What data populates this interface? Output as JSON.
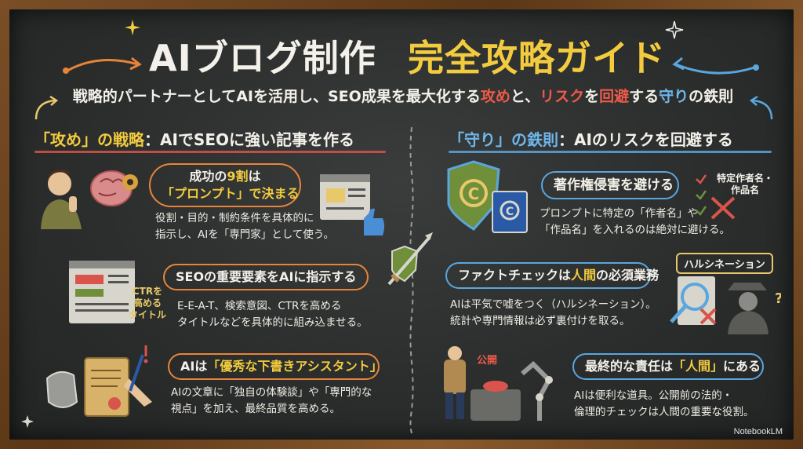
{
  "title": {
    "part1": "AIブログ制作",
    "part2": "完全攻略ガイド"
  },
  "subtitle": {
    "pre": "戦略的パートナーとしてAIを活用し、SEO成果を最大化する",
    "attack": "攻め",
    "mid": "と、",
    "risk": "リスク",
    "mid2": "を",
    "avoid": "回避",
    "post": "する",
    "guard": "守り",
    "end": "の鉄則"
  },
  "left_section": {
    "kw": "「攻め」の戦略",
    "rest": "：AIでSEOに強い記事を作る",
    "cards": [
      {
        "pill_pre": "成功の",
        "pill_hl": "9割",
        "pill_post": "は",
        "pill_line2": "「プロンプト」で決まる",
        "body1": "役割・目的・制約条件を具体的に",
        "body2": "指示し、AIを「専門家」として使う。"
      },
      {
        "pill": "SEOの重要要素をAIに指示する",
        "body1": "E-E-A-T、検索意図、CTRを高める",
        "body2": "タイトルなどを具体的に組み込ませる。",
        "note": "CTRを\n高める\nタイトル"
      },
      {
        "pill_pre": "AIは",
        "pill_hl": "「優秀な下書きアシスタント」",
        "body1": "AIの文章に「独自の体験談」や「専門的な",
        "body2": "視点」を加え、最終品質を高める。"
      }
    ]
  },
  "right_section": {
    "kw": "「守り」の鉄則",
    "rest": "：AIのリスクを回避する",
    "cards": [
      {
        "pill": "著作権侵害を避ける",
        "body1": "プロンプトに特定の「作者名」や",
        "body2": "「作品名」を入れるのは絶対に避ける。",
        "note": "特定作者名・\n作品名"
      },
      {
        "pill_pre": "ファクトチェックは",
        "pill_hl": "人間",
        "pill_post": "の必須業務",
        "body1": "AIは平気で嘘をつく（ハルシネーション）。",
        "body2": "統計や専門情報は必ず裏付けを取る。",
        "note": "ハルシネーション"
      },
      {
        "pill_pre": "最終的な責任は",
        "pill_hl": "「人間」",
        "pill_post": "にある",
        "body1": "AIは便利な道具。公開前の法的・",
        "body2": "倫理的チェックは人間の重要な役割。",
        "note": "公開"
      }
    ]
  },
  "brand": "NotebookLM",
  "colors": {
    "board": "#2b2e2d",
    "frame": "#6b4420",
    "yellow": "#f3cb3f",
    "orange": "#e8843a",
    "blue": "#5aa6df",
    "red": "#ee5a4a"
  }
}
